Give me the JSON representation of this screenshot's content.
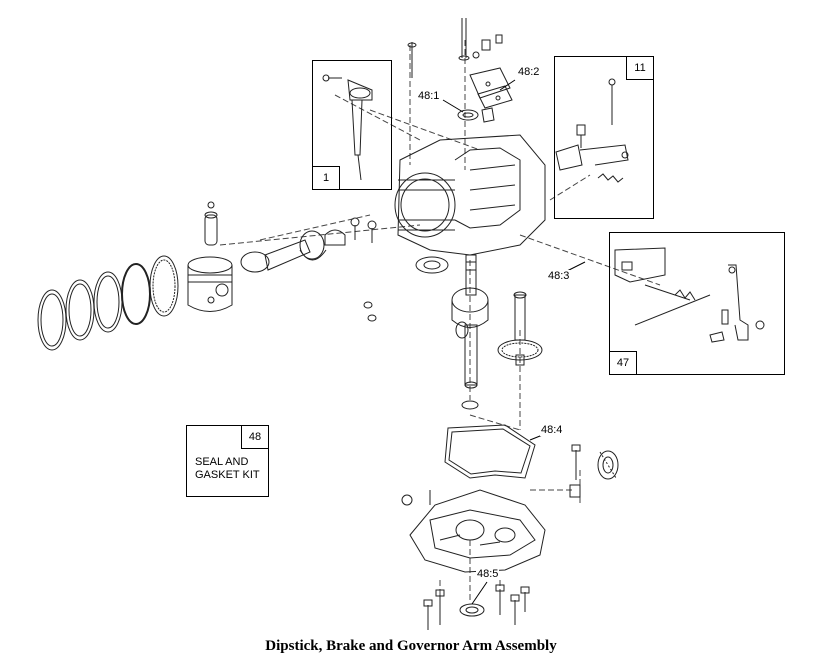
{
  "callouts": {
    "c48_1": "48:1",
    "c48_2": "48:2",
    "c48_3": "48:3",
    "c48_4": "48:4",
    "c48_5": "48:5"
  },
  "boxes": {
    "dipstick": {
      "number": "1"
    },
    "brake": {
      "number": "11"
    },
    "governor": {
      "number": "47"
    },
    "kit": {
      "number": "48",
      "line1": "SEAL AND",
      "line2": "GASKET KIT"
    }
  },
  "caption": "Dipstick, Brake and Governor Arm Assembly"
}
